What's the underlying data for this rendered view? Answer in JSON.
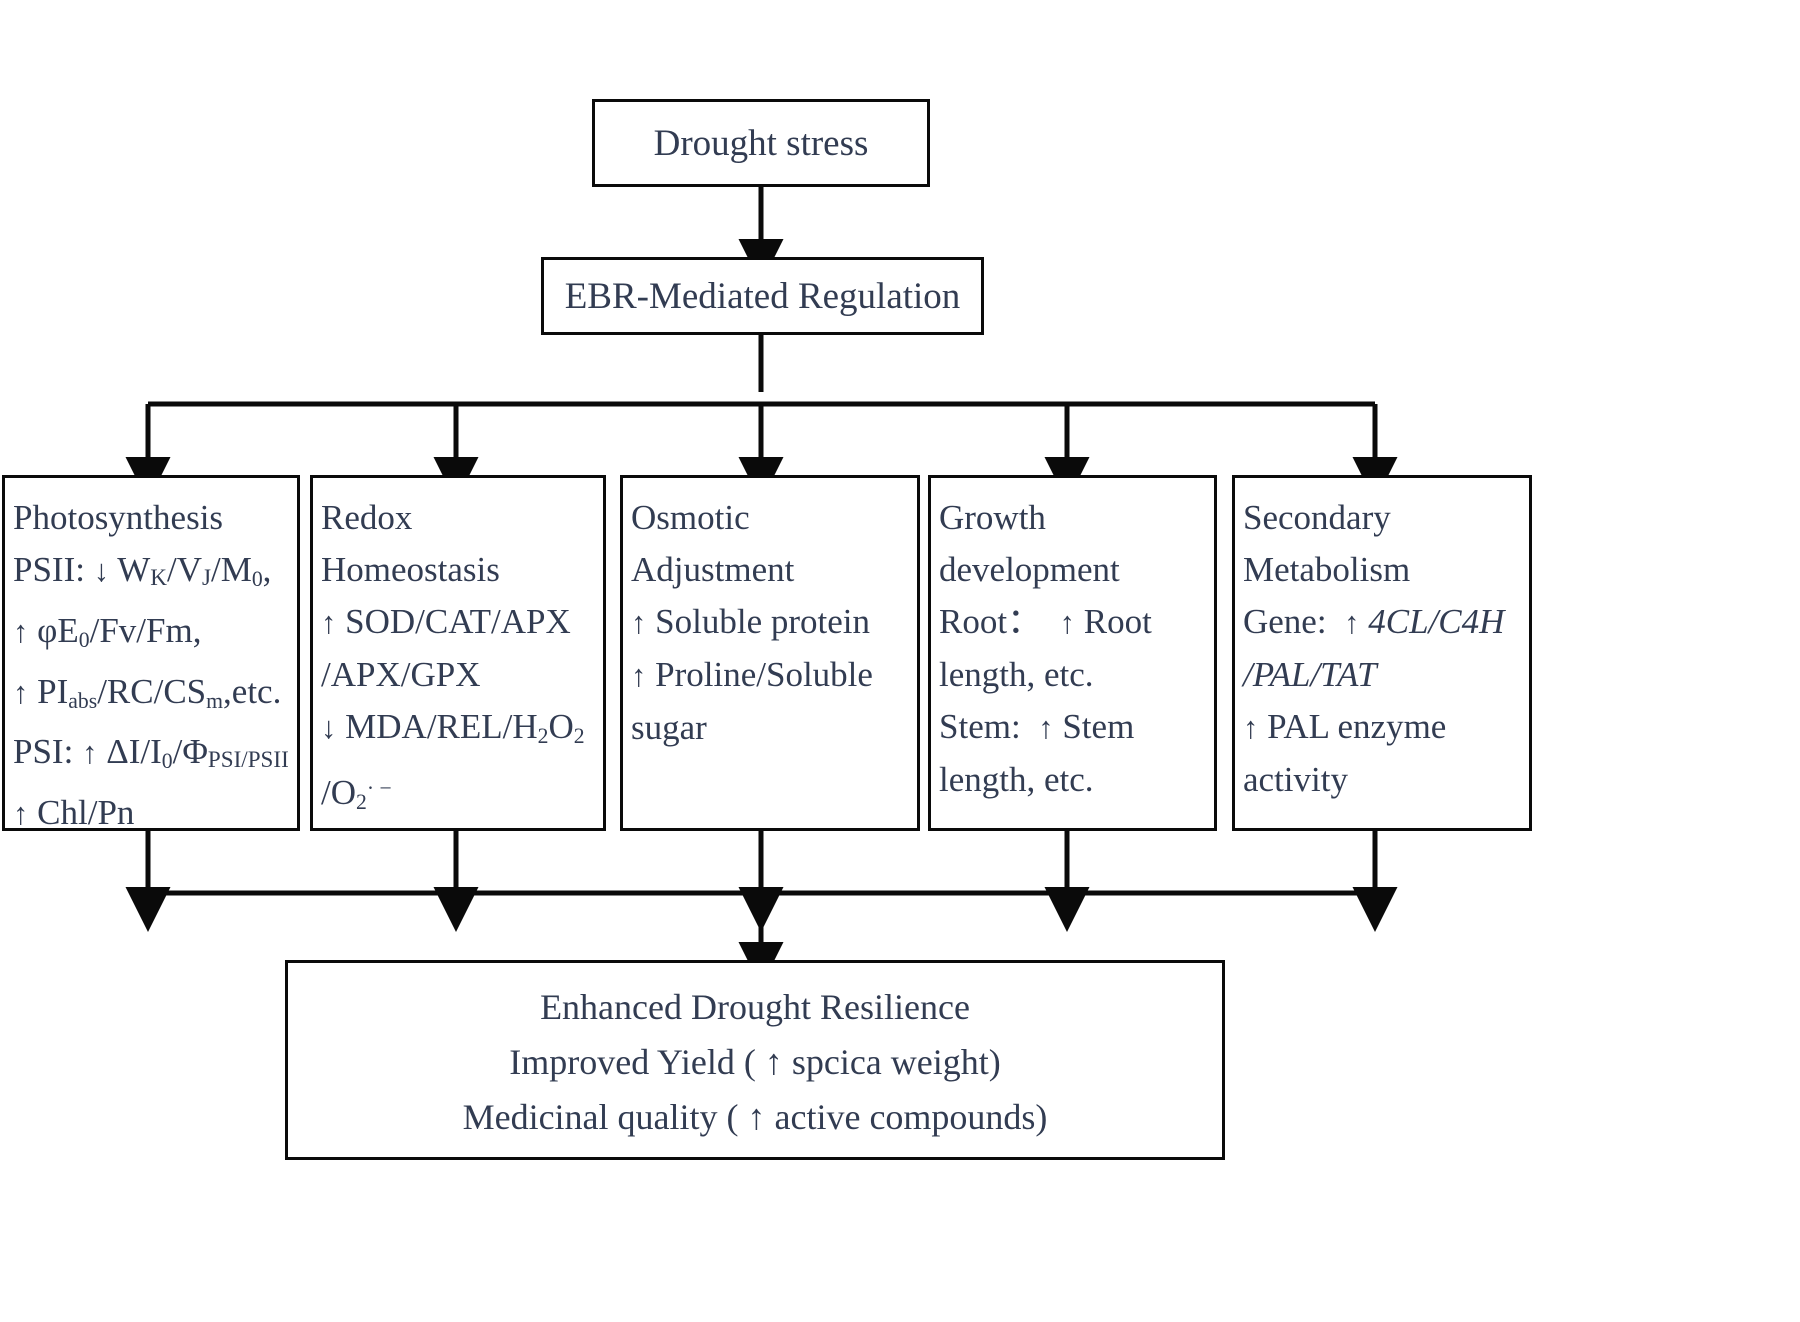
{
  "diagram": {
    "title_node": {
      "label": "Drought stress"
    },
    "regulation_node": {
      "label": "EBR-Mediated Regulation"
    },
    "mechanisms": [
      {
        "name": "photosynthesis",
        "heading_1": "Photosynthesis",
        "lines": [
          "PSII: ↓ Wₖ/Vⱼ/M₀,",
          "↑ φE₀/Fv/Fm,",
          "↑ PIₐᵇˢ/RC/CSₘ,etc.",
          "PSI: ↑ ΔI/I₀/Φᴘᴛɪ/ᴘᴛɪɪ",
          "↑ Chl/Pn"
        ]
      },
      {
        "name": "redox-homeostasis",
        "heading_1": "Redox",
        "heading_2": "Homeostasis",
        "lines": [
          "↑ SOD/CAT/APX",
          "/APX/GPX",
          "↓ MDA/REL/H₂O₂",
          "/O₂·⁻"
        ]
      },
      {
        "name": "osmotic-adjustment",
        "heading_1": "Osmotic",
        "heading_2": "Adjustment",
        "lines": [
          "↑ Soluble protein",
          "↑ Proline/Soluble",
          "sugar"
        ]
      },
      {
        "name": "growth-development",
        "heading_1": "Growth",
        "heading_2": "development",
        "lines": [
          "Root：  ↑ Root",
          "length, etc.",
          "Stem:  ↑ Stem",
          "length, etc."
        ]
      },
      {
        "name": "secondary-metabolism",
        "heading_1": "Secondary",
        "heading_2": "Metabolism",
        "lines": [
          "Gene:  ↑ 4CL/C4H",
          "/PAL/TAT",
          "↑ PAL enzyme",
          "activity"
        ]
      }
    ],
    "outcome_node": {
      "line_1": "Enhanced Drought Resilience",
      "line_2": "Improved Yield ( ↑ spcica weight)",
      "line_3": "Medicinal quality ( ↑ active compounds)"
    },
    "colors": {
      "text": "#323c52",
      "border": "#0a0a0a",
      "background": "#ffffff"
    }
  }
}
